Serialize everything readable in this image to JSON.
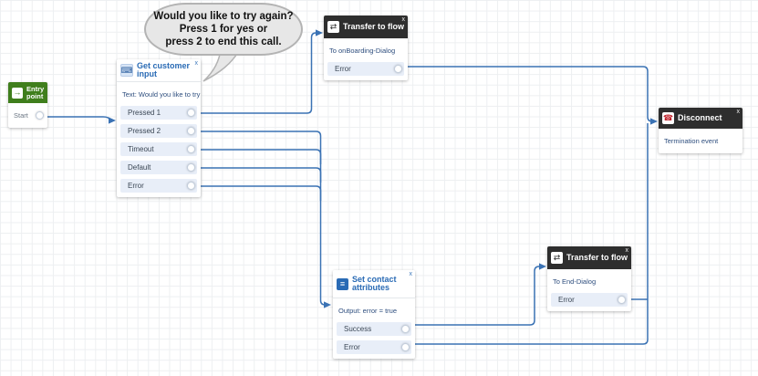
{
  "ui": {
    "close_label": "x"
  },
  "speech_bubble": {
    "line1": "Would you like to try again?",
    "line2": "Press 1 for yes or",
    "line3": "press 2 to end this call."
  },
  "icons": {
    "entry_point": "arrow-right-icon",
    "get_customer_input": "keypad-person-icon",
    "transfer_to_flow": "flow-transfer-icon",
    "set_contact_attributes": "attributes-card-icon",
    "disconnect": "phone-hangup-icon",
    "close": "close-icon"
  },
  "glyphs": {
    "entry": "→",
    "get_customer_input": "⌨",
    "transfer": "⇄",
    "set_contact_attributes": "≡",
    "disconnect": "☎"
  },
  "nodes": {
    "entry": {
      "title": "Entry point",
      "branch_start": "Start"
    },
    "get_customer_input": {
      "title": "Get customer input",
      "body": "Text: Would you like to try ...",
      "branches": {
        "pressed1": "Pressed 1",
        "pressed2": "Pressed 2",
        "timeout": "Timeout",
        "default": "Default",
        "error": "Error"
      }
    },
    "transfer_onboarding": {
      "title": "Transfer to flow",
      "body": "To onBoarding-Dialog",
      "branches": {
        "error": "Error"
      }
    },
    "set_contact_attributes": {
      "title": "Set contact attributes",
      "body": "Output: error = true",
      "branches": {
        "success": "Success",
        "error": "Error"
      }
    },
    "transfer_end": {
      "title": "Transfer to flow",
      "body": "To End-Dialog",
      "branches": {
        "error": "Error"
      }
    },
    "disconnect": {
      "title": "Disconnect",
      "body": "Termination event"
    }
  },
  "colors": {
    "connector_blue": "#3a72b4",
    "entry_green": "#3f7e1c",
    "dark_header": "#2e2e2e",
    "accent_blue": "#2a6bb5",
    "branch_bg": "#e8eef8",
    "bubble_fill": "#e7e7e7",
    "disconnect_red": "#c0232c"
  }
}
